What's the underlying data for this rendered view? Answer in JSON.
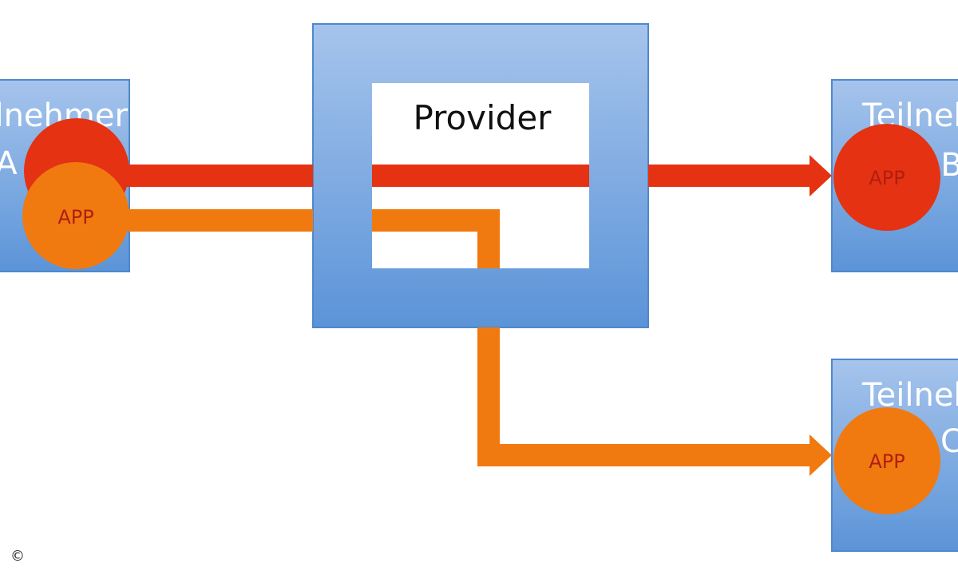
{
  "participants": {
    "a": {
      "label_line1": "Teilnehmer",
      "label_line2": "A",
      "app_label": "APP"
    },
    "b": {
      "label_line1": "Teilnehmer",
      "label_line2": "B",
      "app_label": "APP"
    },
    "c": {
      "label_line1": "Teilnehmer",
      "label_line2": "C",
      "app_label": "APP"
    }
  },
  "provider": {
    "label": "Provider"
  },
  "copyright_symbol": "©",
  "colors": {
    "box_gradient_top": "#a6c4ec",
    "box_gradient_bottom": "#5b94d8",
    "red_flow": "#e43212",
    "orange_flow": "#f07a10",
    "app_text": "#b01e10"
  }
}
